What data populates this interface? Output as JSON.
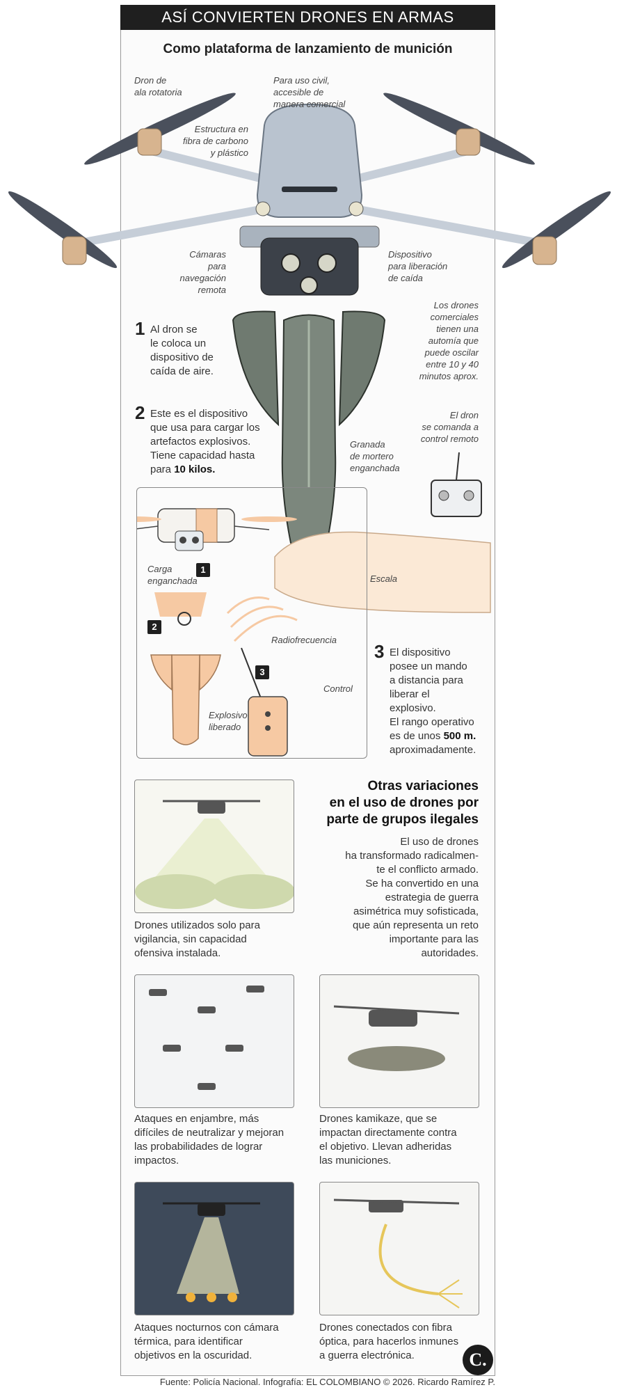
{
  "header": {
    "title": "ASÍ CONVIERTEN DRONES EN ARMAS",
    "subtitle": "Como plataforma de lanzamiento de munición"
  },
  "labels": {
    "rotor": "Dron de\nala rotatoria",
    "civil": "Para uso civil,\naccesible de\nmanera comercial",
    "structure": "Estructura en\nfibra de carbono\ny plástico",
    "cameras": "Cámaras\npara\nnavegación\nremota",
    "release_device": "Dispositivo\npara liberación\nde caída",
    "autonomy": "Los drones\ncomerciales\ntienen una\nautomía que\npuede oscilar\nentre 10 y 40\nminutos aprox.",
    "remote": "El dron\nse comanda a\ncontrol remoto",
    "grenade": "Granada\nde mortero\nenganchada",
    "scale": "Escala",
    "load": "Carga\nenganchada",
    "radio": "Radiofrecuencia",
    "control": "Control",
    "explosive": "Explosivo\nliberado"
  },
  "steps": [
    {
      "num": "1",
      "text": "Al dron se\nle coloca un\ndispositivo de\ncaída de aire."
    },
    {
      "num": "2",
      "text": "Este es el dispositivo\nque usa para cargar los\nartefactos explosivos.\nTiene capacidad hasta\npara ",
      "bold": "10 kilos."
    },
    {
      "num": "3",
      "text": "El dispositivo\nposee un mando\na distancia para\nliberar el\nexplosivo.\nEl rango operativo\nes de unos ",
      "bold": "500 m.",
      "tail": "\naproximadamente."
    }
  ],
  "badges": [
    "1",
    "2",
    "3"
  ],
  "variations": {
    "title": "Otras variaciones\nen el uso de drones por\nparte de grupos ilegales",
    "text": "El uso de drones\nha transformado radicalmen-\nte el conflicto armado.\nSe ha convertido en una\nestrategia de guerra\nasimétrica muy sofisticada,\nque aún representa un reto\nimportante para las\nautoridades.",
    "items": [
      {
        "caption": "Drones utilizados solo para\nvigilancia, sin capacidad\nofensiva instalada."
      },
      {
        "caption": "Ataques en enjambre, más\ndifíciles de neutralizar y mejoran\nlas probabilidades de lograr\nimpactos."
      },
      {
        "caption": "Drones kamikaze, que se\nimpactan directamente contra\nel objetivo. Llevan adheridas\nlas municiones."
      },
      {
        "caption": "Ataques nocturnos con cámara\ntérmica, para identificar\nobjetivos en la oscuridad."
      },
      {
        "caption": "Drones conectados con fibra\nóptica, para hacerlos inmunes\na guerra electrónica."
      }
    ]
  },
  "footer": "Fuente: Policía Nacional. Infografía: EL COLOMBIANO © 2026. Ricardo Ramírez P.",
  "logo": "C.",
  "colors": {
    "header_bg": "#1f1f1f",
    "peach": "#f6c9a3",
    "drone_gray": "#b9c3cf",
    "grenade": "#6f7a70"
  }
}
